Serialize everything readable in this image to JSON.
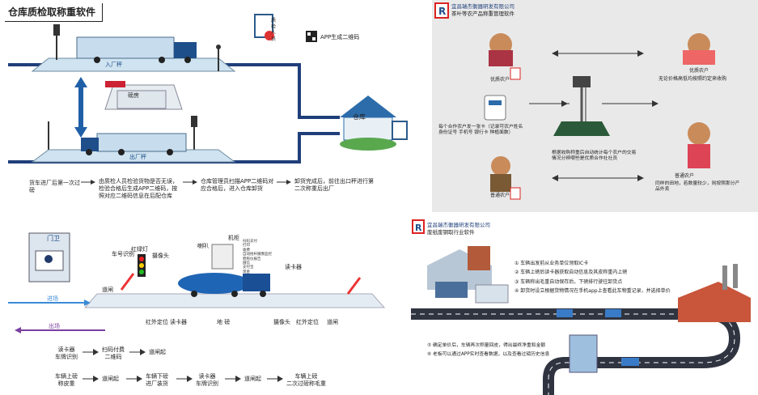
{
  "p1": {
    "title": "仓库质检取称重软件",
    "inspector": "质检人员",
    "app_qr": "APP生成二维码",
    "scale_in": "入厂秤",
    "scale_out": "出厂秤",
    "warehouse_office": "磅房",
    "warehouse": "仓库",
    "steps": [
      "货车进厂后第一次过磅",
      "由质检人员检验货物是否无误，检验合格后生成APP二维码，按照对应二维码信息在后配仓库",
      "仓库管理员扫描APP二维码对应合格后，进入仓库卸货",
      "卸货完成后，前往出口秤进行第二次称重后出厂"
    ]
  },
  "p2": {
    "company": "宜昌瑞杰衡器研发有限公司",
    "software": "茶叶等农产品称重管理软件",
    "quality_farmer": "优质农户",
    "quality_farmer2": "优质农户",
    "quality_desc": "无论价格高低均按照约定来收购",
    "card_desc": "每个合作农户发一张卡（记录可农户姓名 身份证号 手机号 银行卡 种植面数）",
    "scale_desc": "根据收购称重后自动统计每个农户的交易情况分辨哪些是优质合作社社员",
    "normal_farmer": "普通农户",
    "normal_farmer2": "普通农户",
    "normal_desc": "同样的田地，若数量较少，则按照那分产品外卖"
  },
  "p3": {
    "guard": "门卫",
    "plate_recog": "车号识别",
    "red_light": "红绿灯",
    "camera": "摄像头",
    "horn": "喇叭",
    "cabinet": "机柜",
    "cabinet_items": [
      "扫码支付",
      "打印",
      "收费",
      "自动抬杆摄像监控",
      "稳称仪报告",
      "微信",
      "支付宝",
      "现金"
    ],
    "reader_top": "读卡器",
    "gate": "道闸",
    "enter": "进场",
    "exit": "出场",
    "bottom_labels": [
      "红外定位",
      "读卡器",
      "地 磅",
      "摄像头",
      "红外定位",
      "道闸"
    ],
    "flow1": [
      "读卡器\n车牌识别",
      "扫码付费\n二维码",
      "道闸起"
    ],
    "flow2": [
      "车辆上磅\n称皮重",
      "道闸起",
      "车辆下磅\n进厂装货",
      "读卡器\n车牌识别",
      "道闸起",
      "车辆上磅\n二次过磅称毛重"
    ]
  },
  "p4": {
    "company": "宜昌瑞杰衡器研发有限公司",
    "software": "废纸废钢取行业软件",
    "notes": [
      "① 车辆出发前从业务单位领取IC卡",
      "② 车辆上磅后读卡器获取自动信息及其皮称重内上磅",
      "③ 车辆称出毛重自动保存后，下磅排行驶往卸货点",
      "④ 卸货时设立根据货物情况在手机app上查看此车物重记录，并选择单价"
    ],
    "notes2": [
      "⑤ 确定单价后，车辆再次称量回皮，得出最终净重和金额",
      "⑥ 老板可以通过APP实时查看数据，以及查看过磅历史信息"
    ]
  }
}
